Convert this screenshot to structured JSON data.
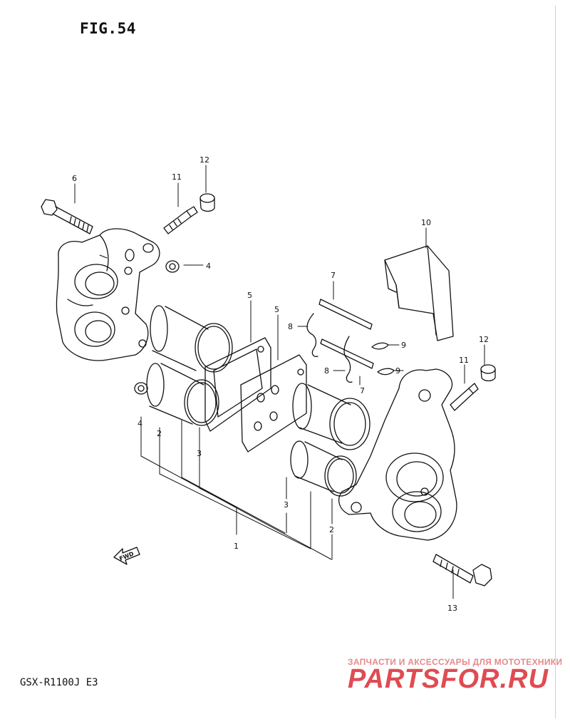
{
  "figure_title": "FIG.54",
  "model_label": "GSX-R1100J E3",
  "fwd_label": "FWD",
  "watermark": {
    "top_text": "ЗАПЧАСТИ И АКСЕССУАРЫ ДЛЯ МОТОТЕХНИКИ",
    "logo_text": "PARTSFOR.RU",
    "color": "#e04b52"
  },
  "callouts": {
    "c1": "1",
    "c2a": "2",
    "c2b": "2",
    "c3a": "3",
    "c3b": "3",
    "c4a": "4",
    "c4b": "4",
    "c5a": "5",
    "c5b": "5",
    "c6": "6",
    "c7a": "7",
    "c7b": "7",
    "c8a": "8",
    "c8b": "8",
    "c9a": "9",
    "c9b": "9",
    "c10": "10",
    "c11a": "11",
    "c11b": "11",
    "c12a": "12",
    "c12b": "12",
    "c13": "13"
  }
}
